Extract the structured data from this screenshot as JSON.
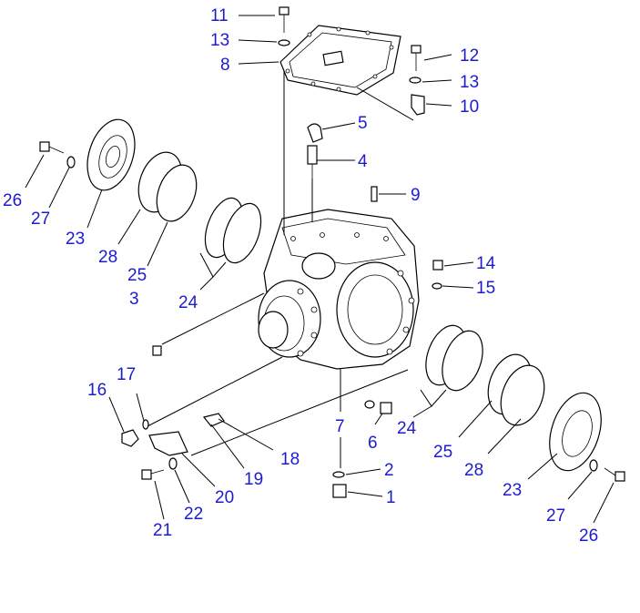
{
  "diagram": {
    "label_color": "#1c1ccc",
    "line_color": "#000000",
    "callouts": [
      {
        "id": "c11a",
        "text": "11"
      },
      {
        "id": "c13a",
        "text": "13"
      },
      {
        "id": "c8",
        "text": "8"
      },
      {
        "id": "c12",
        "text": "12"
      },
      {
        "id": "c13b",
        "text": "13"
      },
      {
        "id": "c10",
        "text": "10"
      },
      {
        "id": "c5",
        "text": "5"
      },
      {
        "id": "c4",
        "text": "4"
      },
      {
        "id": "c9",
        "text": "9"
      },
      {
        "id": "c26a",
        "text": "26"
      },
      {
        "id": "c27a",
        "text": "27"
      },
      {
        "id": "c23a",
        "text": "23"
      },
      {
        "id": "c28a",
        "text": "28"
      },
      {
        "id": "c25a",
        "text": "25"
      },
      {
        "id": "c24a",
        "text": "24"
      },
      {
        "id": "c3",
        "text": "3"
      },
      {
        "id": "c14",
        "text": "14"
      },
      {
        "id": "c15",
        "text": "15"
      },
      {
        "id": "c17",
        "text": "17"
      },
      {
        "id": "c16",
        "text": "16"
      },
      {
        "id": "c7",
        "text": "7"
      },
      {
        "id": "c6",
        "text": "6"
      },
      {
        "id": "c24b",
        "text": "24"
      },
      {
        "id": "c18",
        "text": "18"
      },
      {
        "id": "c19",
        "text": "19"
      },
      {
        "id": "c20",
        "text": "20"
      },
      {
        "id": "c2",
        "text": "2"
      },
      {
        "id": "c1",
        "text": "1"
      },
      {
        "id": "c25b",
        "text": "25"
      },
      {
        "id": "c28b",
        "text": "28"
      },
      {
        "id": "c23b",
        "text": "23"
      },
      {
        "id": "c21",
        "text": "21"
      },
      {
        "id": "c22",
        "text": "22"
      },
      {
        "id": "c27b",
        "text": "27"
      },
      {
        "id": "c26b",
        "text": "26"
      }
    ]
  }
}
